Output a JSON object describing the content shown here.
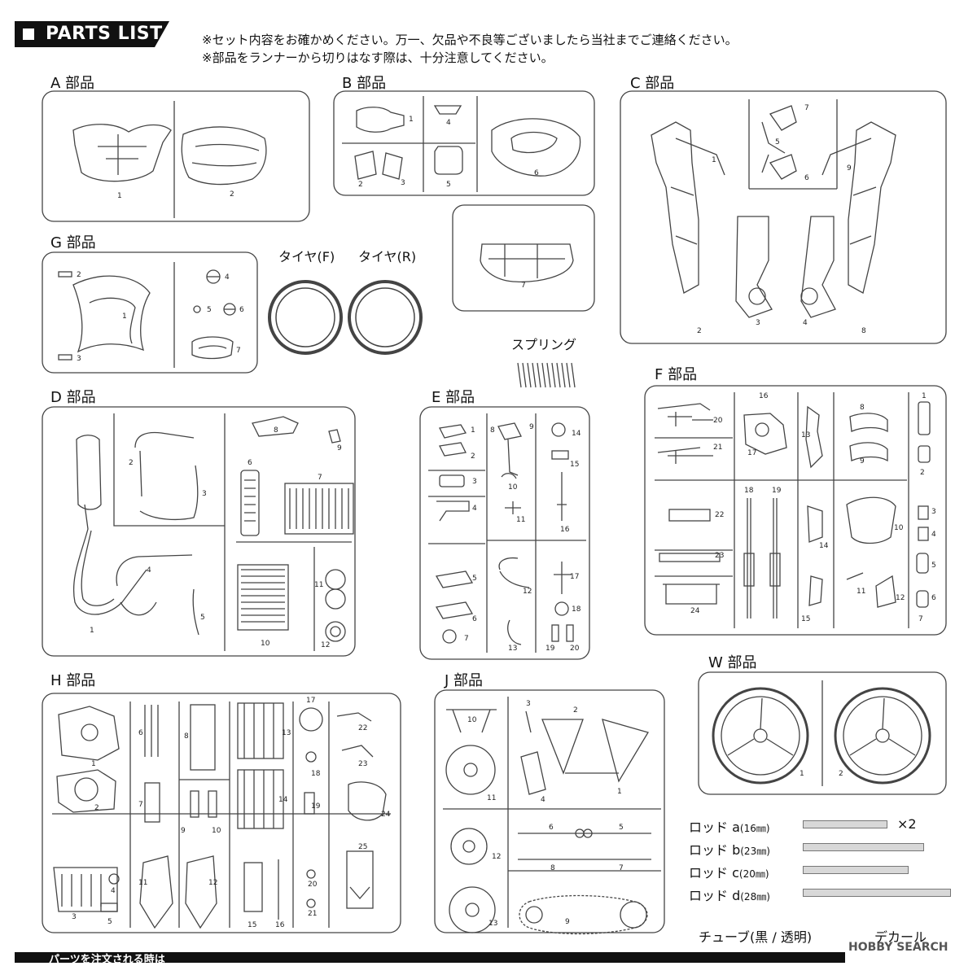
{
  "header": {
    "title": "PARTS LIST"
  },
  "notes": [
    "※セット内容をお確かめください。万一、欠品や不良等ございましたら当社までご連絡ください。",
    "※部品をランナーから切りはなす際は、十分注意してください。"
  ],
  "groups": {
    "A": {
      "label": "A 部品",
      "parts": [
        "1",
        "2"
      ]
    },
    "B": {
      "label": "B 部品",
      "parts": [
        "1",
        "2",
        "3",
        "4",
        "5",
        "6",
        "7"
      ]
    },
    "C": {
      "label": "C 部品",
      "parts": [
        "1",
        "2",
        "3",
        "4",
        "5",
        "6",
        "7",
        "8",
        "9"
      ]
    },
    "G": {
      "label": "G 部品",
      "parts": [
        "1",
        "2",
        "3",
        "4",
        "5",
        "6",
        "7"
      ]
    },
    "D": {
      "label": "D 部品",
      "parts": [
        "1",
        "2",
        "3",
        "4",
        "5",
        "6",
        "7",
        "8",
        "9",
        "10",
        "11",
        "12"
      ]
    },
    "E": {
      "label": "E 部品",
      "parts": [
        "1",
        "2",
        "3",
        "4",
        "5",
        "6",
        "7",
        "8",
        "9",
        "10",
        "11",
        "12",
        "13",
        "14",
        "15",
        "16",
        "17",
        "18",
        "19",
        "20"
      ]
    },
    "F": {
      "label": "F 部品",
      "parts": [
        "1",
        "2",
        "3",
        "4",
        "5",
        "6",
        "7",
        "8",
        "9",
        "10",
        "11",
        "12",
        "13",
        "14",
        "15",
        "16",
        "17",
        "18",
        "19",
        "20",
        "21",
        "22",
        "23",
        "24"
      ]
    },
    "H": {
      "label": "H 部品",
      "parts": [
        "1",
        "2",
        "3",
        "4",
        "5",
        "6",
        "7",
        "8",
        "9",
        "10",
        "11",
        "12",
        "13",
        "14",
        "15",
        "16",
        "17",
        "18",
        "19",
        "20",
        "21",
        "22",
        "23",
        "24",
        "25"
      ]
    },
    "J": {
      "label": "J 部品",
      "parts": [
        "1",
        "2",
        "3",
        "4",
        "5",
        "6",
        "7",
        "8",
        "9",
        "10",
        "11",
        "12",
        "13"
      ]
    },
    "W": {
      "label": "W 部品",
      "parts": [
        "1",
        "2"
      ]
    }
  },
  "tires": {
    "front": "タイヤ(F)",
    "rear": "タイヤ(R)"
  },
  "spring": "スプリング",
  "rods": [
    {
      "name": "ロッド a",
      "length": "(16㎜)",
      "qty": "×2",
      "fraction": 0.55
    },
    {
      "name": "ロッド b",
      "length": "(23㎜)",
      "qty": "",
      "fraction": 0.79
    },
    {
      "name": "ロッド c",
      "length": "(20㎜)",
      "qty": "",
      "fraction": 0.69
    },
    {
      "name": "ロッド d",
      "length": "(28㎜)",
      "qty": "",
      "fraction": 0.97
    }
  ],
  "tube": "チューブ(黒 / 透明)",
  "decal": "デカール",
  "footer": {
    "section_title": "パーツを注文される時は"
  },
  "watermark": "HOBBY SEARCH"
}
